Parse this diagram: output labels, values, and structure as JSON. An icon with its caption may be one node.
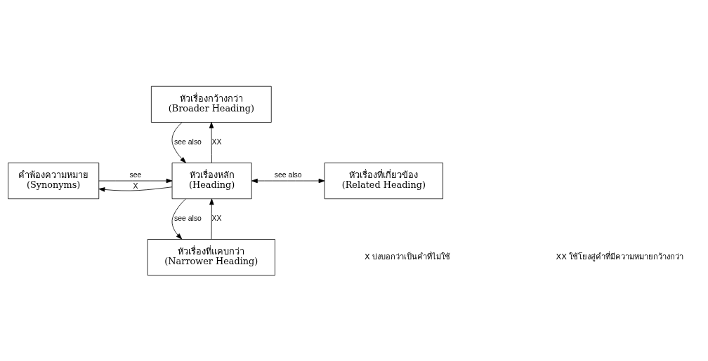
{
  "diagram": {
    "nodes": [
      {
        "text": [
          "หัวเรื่องกว้างกว่า",
          "(Broader Heading)"
        ]
      },
      {
        "text": [
          "คำพ้องความหมาย",
          "(Synonyms)"
        ]
      },
      {
        "text": [
          "หัวเรื่องหลัก",
          "(Heading)"
        ]
      },
      {
        "text": [
          "หัวเรื่องที่เกี่ยวข้อง",
          "(Related Heading)"
        ]
      },
      {
        "text": [
          "หัวเรื่องที่แคบกว่า",
          "(Narrower Heading)"
        ]
      }
    ],
    "edges": [
      {
        "from": 2,
        "to": 0,
        "arrow": "to",
        "label": "XX"
      },
      {
        "from": 0,
        "to": 2,
        "arrow": "to",
        "label": "see also"
      },
      {
        "from": 1,
        "to": 2,
        "arrow": "to",
        "label": "see"
      },
      {
        "from": 2,
        "to": 1,
        "arrow": "to",
        "label": "X"
      },
      {
        "from": 2,
        "to": 3,
        "arrow": "both",
        "label": "see also"
      },
      {
        "from": 4,
        "to": 2,
        "arrow": "to",
        "label": "XX"
      },
      {
        "from": 2,
        "to": 4,
        "arrow": "to",
        "label": "see also"
      }
    ],
    "labels": [
      "X บ่งบอกว่าเป็นคำที่ไม่ใช้",
      "XX ใช้โยงสู่คำที่มีความหมายกว้างกว่า"
    ]
  }
}
